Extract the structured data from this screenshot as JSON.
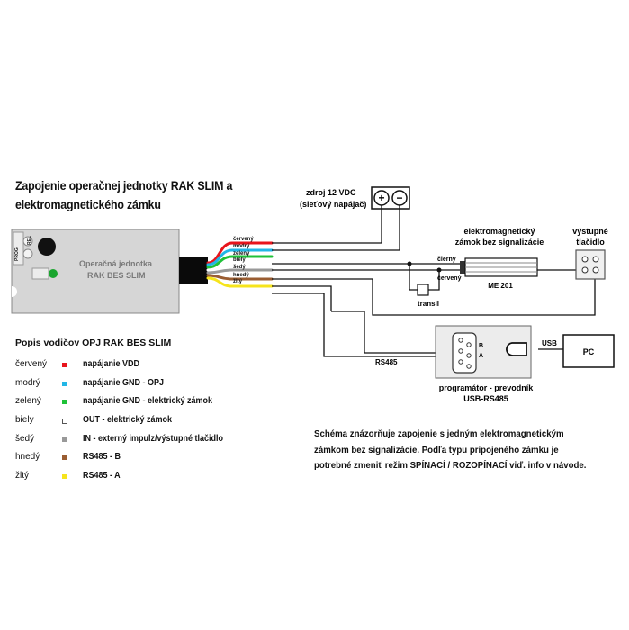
{
  "title_line1": "Zapojenie operačnej jednotky RAK SLIM a",
  "title_line2": "elektromagnetického zámku",
  "unit": {
    "line1": "Operačná jednotka",
    "line2": "RAK BES SLIM",
    "side_labels": [
      "PROG",
      "REL"
    ]
  },
  "wires": [
    {
      "name": "červený",
      "color": "#e8141c"
    },
    {
      "name": "modrý",
      "color": "#22b6e6"
    },
    {
      "name": "zelený",
      "color": "#1fc238"
    },
    {
      "name": "biely",
      "color": "#ffffff"
    },
    {
      "name": "šedý",
      "color": "#999999"
    },
    {
      "name": "hnedý",
      "color": "#9a5d32"
    },
    {
      "name": "žltý",
      "color": "#f6e41c"
    }
  ],
  "power": {
    "line1": "zdroj  12 VDC",
    "line2": "(sieťový napájač)",
    "plus": "+",
    "minus": "−"
  },
  "lock": {
    "line1": "elektromagnetický",
    "line2": "zámok bez signalizácie",
    "model": "ME 201",
    "wire_black": "čierny",
    "wire_red": "červený"
  },
  "transil": "transil",
  "button": {
    "line1": "výstupné",
    "line2": "tlačidlo"
  },
  "rs485_label": "RS485",
  "programmer": {
    "pin_b": "B",
    "pin_a": "A",
    "line1": "programátor - prevodník",
    "line2": "USB-RS485",
    "usb": "USB",
    "pc": "PC"
  },
  "legend": {
    "title": "Popis vodičov OPJ RAK BES SLIM",
    "rows": [
      {
        "name": "červený",
        "color": "#e8141c",
        "desc": "napájanie VDD"
      },
      {
        "name": "modrý",
        "color": "#22b6e6",
        "desc": "napájanie GND - OPJ"
      },
      {
        "name": "zelený",
        "color": "#1fc238",
        "desc": "napájanie GND - elektrický zámok"
      },
      {
        "name": "biely",
        "color": "#ffffff",
        "desc": "OUT - elektrický zámok"
      },
      {
        "name": "šedý",
        "color": "#999999",
        "desc": "IN - externý impulz/výstupné tlačidlo"
      },
      {
        "name": "hnedý",
        "color": "#9a5d32",
        "desc": "RS485 - B"
      },
      {
        "name": "žltý",
        "color": "#f6e41c",
        "desc": "RS485 - A"
      }
    ]
  },
  "note": "Schéma znázorňuje zapojenie s jedným elektromagnetickým zámkom bez signalizácie. Podľa typu pripojeného zámku je potrebné zmeniť režim SPÍNACÍ / ROZOPÍNACÍ viď. info v návode."
}
